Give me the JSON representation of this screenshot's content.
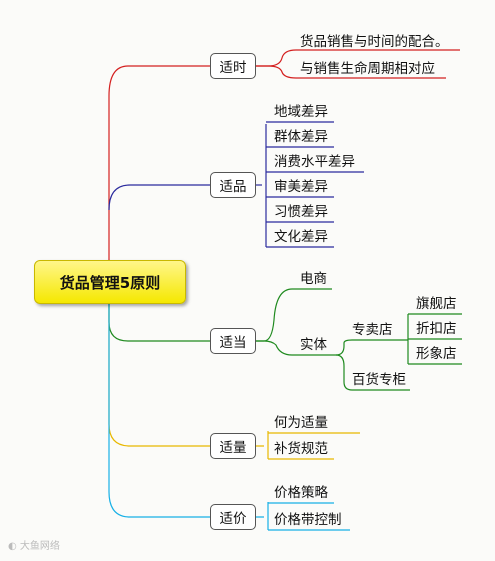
{
  "root": "货品管理5原则",
  "branches": [
    {
      "label": "适时",
      "children": [
        "货品销售与时间的配合。",
        "与销售生命周期相对应"
      ]
    },
    {
      "label": "适品",
      "children": [
        "地域差异",
        "群体差异",
        "消费水平差异",
        "审美差异",
        "习惯差异",
        "文化差异"
      ]
    },
    {
      "label": "适当",
      "children": [
        {
          "label": "电商"
        },
        {
          "label": "实体",
          "children": [
            {
              "label": "专卖店",
              "children": [
                "旗舰店",
                "折扣店",
                "形象店"
              ]
            },
            {
              "label": "百货专柜"
            }
          ]
        }
      ]
    },
    {
      "label": "适量",
      "children": [
        "何为适量",
        "补货规范"
      ]
    },
    {
      "label": "适价",
      "children": [
        "价格策略",
        "价格带控制"
      ]
    }
  ],
  "colors": {
    "shishi": "#d42020",
    "shipin": "#2b2b9e",
    "shidang": "#1f8a1f",
    "shiliang": "#e8b800",
    "shijia": "#17b0e6"
  },
  "watermark": "大鱼网络"
}
